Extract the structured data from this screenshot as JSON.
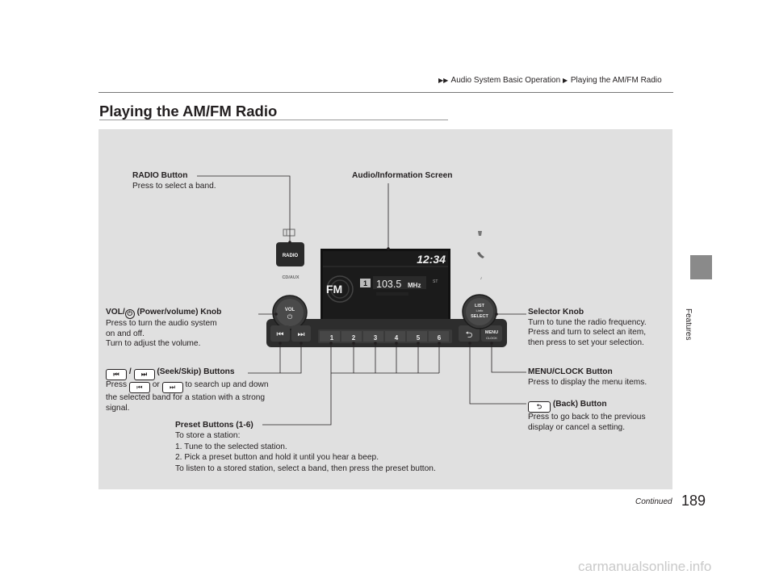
{
  "header": {
    "section": "Audio System Basic Operation",
    "subsection": "Playing the AM/FM Radio"
  },
  "side_tab": {
    "label": "Features"
  },
  "page": {
    "title": "Playing the AM/FM Radio",
    "continued": "Continued",
    "number": "189"
  },
  "watermark": "carmanualsonline.info",
  "device": {
    "radio_button": "RADIO",
    "cd_aux_button": "CD/AUX",
    "vol_knob": "VOL",
    "power_glyph": "⏻",
    "seek_back_glyph": "⏮",
    "seek_fwd_glyph": "⏭",
    "list_knob": "LIST",
    "info_text": "i-info",
    "select_text": "SELECT",
    "menu_button": "MENU",
    "clock_text": "CLOCK",
    "back_glyph": "⮌",
    "presets": [
      "1",
      "2",
      "3",
      "4",
      "5",
      "6"
    ],
    "screen": {
      "time": "12:34",
      "band": "FM",
      "preset": "1",
      "frequency": "103.5",
      "unit": "MHz",
      "st": "ST"
    }
  },
  "callouts": {
    "radio": {
      "title": "RADIO Button",
      "lines": [
        "Press to select a band."
      ]
    },
    "screen": {
      "title": "Audio/Information Screen"
    },
    "vol": {
      "title_pre": "VOL/",
      "title_post": " (Power/volume) Knob",
      "lines": [
        "Press to turn the audio system",
        "on and off.",
        "Turn to adjust the volume."
      ]
    },
    "seek": {
      "title_sep": " / ",
      "title_post": " (Seek/Skip) Buttons",
      "line1_pre": "Press ",
      "line1_mid": " or ",
      "line1_post": " to search up and down",
      "lines": [
        "the selected band for a station with a strong",
        "signal."
      ]
    },
    "preset": {
      "title": "Preset Buttons (1-6)",
      "lines": [
        "To store a station:",
        "1.  Tune to the selected station.",
        "2.  Pick a preset button and hold it until you hear a beep.",
        "To listen to a stored station, select a band, then press the preset button."
      ]
    },
    "selector": {
      "title": "Selector Knob",
      "lines": [
        "Turn to tune the radio frequency.",
        "Press and turn to select an item,",
        "then press to set your selection."
      ]
    },
    "menu": {
      "title": "MENU/CLOCK Button",
      "lines": [
        "Press to display the menu items."
      ]
    },
    "back": {
      "title_post": " (Back) Button",
      "lines": [
        "Press to go back to the previous",
        "display or cancel a setting."
      ]
    }
  }
}
